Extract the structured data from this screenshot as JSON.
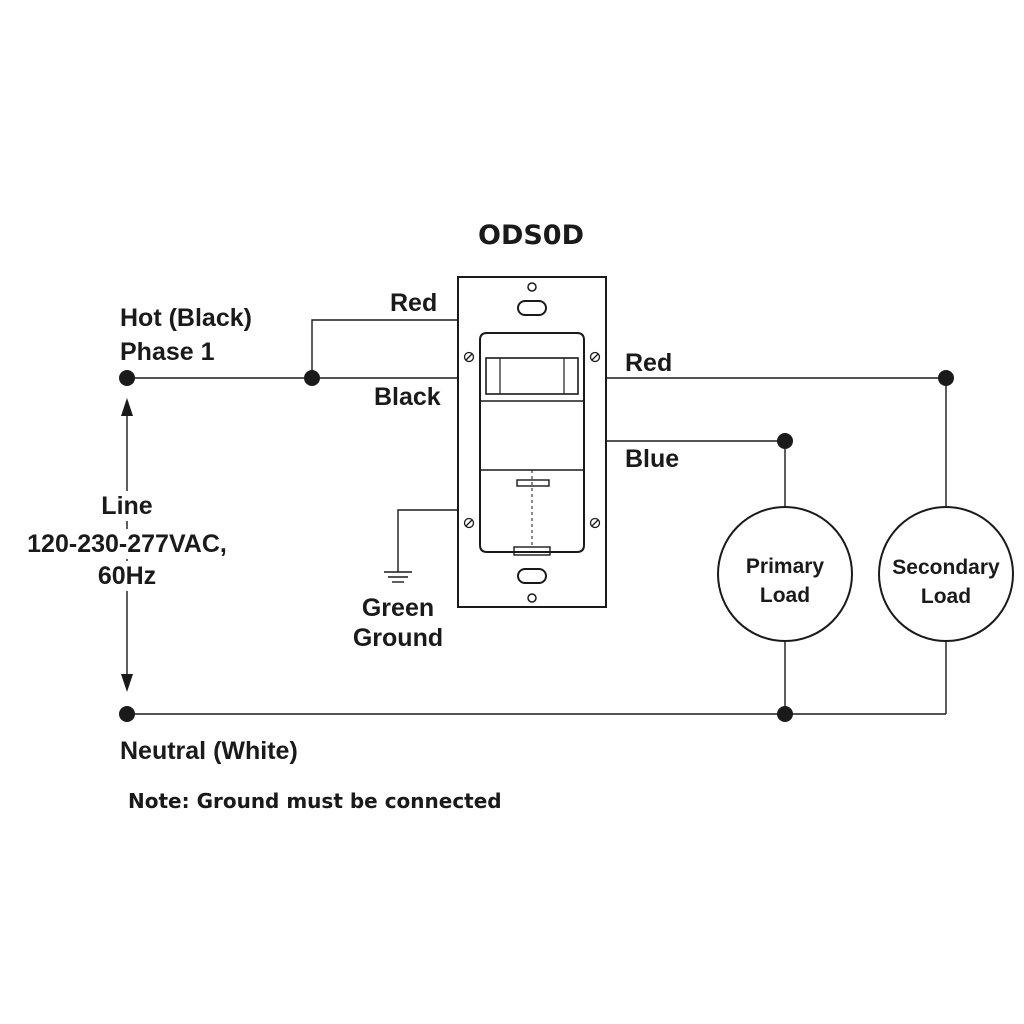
{
  "title": "ODS0D",
  "labels": {
    "hot_line1": "Hot (Black)",
    "hot_line2": "Phase 1",
    "red_in": "Red",
    "black": "Black",
    "red_out": "Red",
    "blue": "Blue",
    "ground_line1": "Green",
    "ground_line2": "Ground",
    "line_1": "Line",
    "line_2": "120-230-277VAC,",
    "line_3": "60Hz",
    "neutral": "Neutral (White)",
    "note": "Note: Ground must be connected"
  },
  "loads": {
    "primary": [
      "Primary",
      "Load"
    ],
    "secondary": [
      "Secondary",
      "Load"
    ]
  },
  "colors": {
    "line": "#1a1a1a",
    "wire": "#555555",
    "background": "#ffffff"
  }
}
